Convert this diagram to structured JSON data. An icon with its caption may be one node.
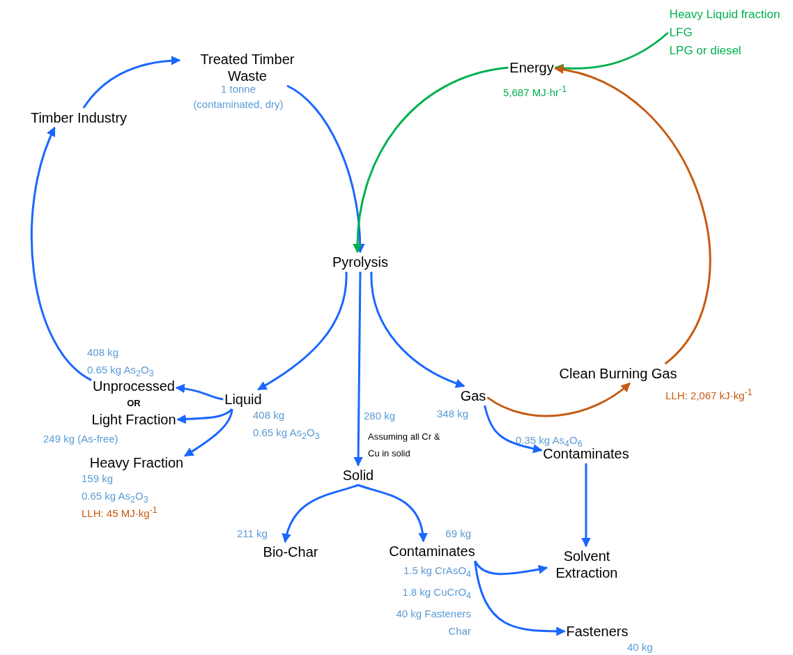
{
  "diagram": {
    "nodes": [
      {
        "text": [
          "Treated Timber Waste"
        ],
        "beside": [
          "1 tonne",
          "(contaminated, dry)"
        ]
      },
      {
        "text": [
          "Timber Industry"
        ]
      },
      {
        "text": [
          "Energy"
        ],
        "beside": [
          "5,687 MJ·hr$^{-1}$"
        ]
      },
      {
        "text": [
          "Heavy Liquid fraction",
          "LFG",
          "LPG or diesel"
        ]
      },
      {
        "text": [
          "Pyrolysis"
        ]
      },
      {
        "text": [
          "Liquid"
        ],
        "beside": [
          "408 kg",
          "0.65 kg As$_{2}$O$_{3}$"
        ]
      },
      {
        "text": [
          "Unprocessed"
        ],
        "beside": [
          "408 kg",
          "0.65 kg As$_{2}$O$_{3}$"
        ]
      },
      {
        "text": [
          "Light Fraction"
        ],
        "beside": [
          "249 kg (As-free)"
        ]
      },
      {
        "text": [
          "Heavy Fraction"
        ],
        "beside": [
          "159 kg",
          "0.65 kg As$_{2}$O$_{3}$"
        ]
      },
      {
        "text": [
          "Solid"
        ]
      },
      {
        "text": [
          "Gas"
        ],
        "beside": [
          "348 kg"
        ]
      },
      {
        "text": [
          "Clean Burning Gas"
        ]
      },
      {
        "text": [
          "Contaminates"
        ],
        "beside": [
          "0.35 kg As$_{4}$O$_{6}$"
        ]
      },
      {
        "text": [
          "Bio-Char"
        ],
        "beside": [
          "211 kg"
        ]
      },
      {
        "text": [
          "Contaminates"
        ],
        "beside": [
          "69 kg",
          "1.5 kg CrAsO$_{4}$",
          "1.8 kg CuCrO$_{4}$",
          "40 kg Fasteners",
          "Char"
        ]
      },
      {
        "text": [
          "Solvent Extraction"
        ]
      },
      {
        "text": [
          "Fasteners"
        ],
        "beside": [
          "40 kg"
        ]
      }
    ],
    "edges": [
      {
        "from": 1,
        "to": 0,
        "arrow": "to"
      },
      {
        "from": 0,
        "to": 4,
        "arrow": "to"
      },
      {
        "from": 3,
        "to": 2,
        "arrow": "to",
        "color": "#00b050"
      },
      {
        "from": 2,
        "to": 4,
        "arrow": "to",
        "color": "#00b050"
      },
      {
        "from": 11,
        "to": 2,
        "arrow": "to",
        "color": "#c55a11"
      },
      {
        "from": 4,
        "to": 5,
        "arrow": "to"
      },
      {
        "from": 4,
        "to": 9,
        "arrow": "to"
      },
      {
        "from": 4,
        "to": 10,
        "arrow": "to"
      },
      {
        "from": 5,
        "to": 6,
        "arrow": "to"
      },
      {
        "from": 5,
        "to": 7,
        "arrow": "to"
      },
      {
        "from": 5,
        "to": 8,
        "arrow": "to"
      },
      {
        "from": 6,
        "to": 1,
        "arrow": "to"
      },
      {
        "from": 10,
        "to": 11,
        "arrow": "to",
        "color": "#c55a11"
      },
      {
        "from": 10,
        "to": 12,
        "arrow": "to"
      },
      {
        "from": 12,
        "to": 15,
        "arrow": "to"
      },
      {
        "from": 9,
        "to": 13,
        "arrow": "to"
      },
      {
        "from": 9,
        "to": 14,
        "arrow": "to"
      },
      {
        "from": 14,
        "to": 15,
        "arrow": "to"
      },
      {
        "from": 14,
        "to": 16,
        "arrow": "to"
      }
    ],
    "labels": [
      "OR",
      "280 kg",
      "Assuming all Cr & Cu in solid",
      "LLH: 45 MJ·kg$^{-1}$",
      "LLH: 2,067 kJ·kg$^{-1}$"
    ]
  }
}
